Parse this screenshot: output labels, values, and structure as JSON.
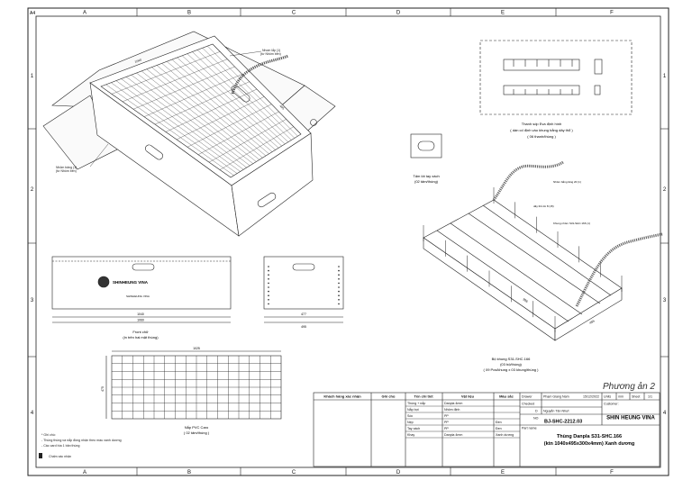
{
  "sheet": {
    "corner_mark": "A4",
    "grid_cols": [
      "A",
      "B",
      "C",
      "D",
      "E",
      "F"
    ],
    "grid_rows": [
      "1",
      "2",
      "3",
      "4"
    ]
  },
  "views": {
    "iso_callout_top": "Nhom lắp (1)",
    "iso_callout_top_sub": "(từ Nhôm bên)",
    "iso_callout_left": "Nhôm bảng (1)",
    "iso_callout_left_sub": "(từ Nhôm bên)",
    "divider_title": "Thanh sốp Eva định hình",
    "divider_sub1": "( dán cố định vào khung bằng dây thổ )",
    "divider_sub2": "( 06 thanh/thùng )",
    "handle_plate_title": "Tấm lót tay xách",
    "handle_plate_sub": "(02 tấm/thùng)",
    "front_title": "Front chữ",
    "front_sub": "(in trên hai mặt thùng)",
    "lid_title": "Nắp PVC Caro",
    "lid_sub": "( 02 tấm/thùng )",
    "frame_title": "Bộ khung S31-SHC.166",
    "frame_sub1": "(03 bộ/thùng)",
    "frame_sub2": "( 09 Pcs/khung x 03 khung/thùng )",
    "frame_callout1": "Nhôm bằng tăng 20 (1)",
    "frame_callout2": "dây thổ dù 8 (15)",
    "frame_callout3": "Khung nhôm S31-SHC.166 (1)",
    "brand_print": "SHINHEUNG VINA",
    "brand_small": "SHINHEUNG VINA",
    "dims": {
      "front_w": "1040",
      "front_w2": "1060",
      "side_w": "477",
      "side_w2": "495",
      "lid_w": "1025",
      "lid_h": "475",
      "iso_l": "1040",
      "iso_w": "495",
      "frame_l": "996",
      "frame_w": "455",
      "frame_h": "270"
    }
  },
  "notes": {
    "title": "* Ghi chú:",
    "line1": "- Thùng thùng và nắp đồng nhận theo màu xanh dương",
    "line2": "- Các card bìa 1 bản thùng",
    "approval": "Chấm xác nhận"
  },
  "option_label": "Phương ản 2",
  "title_block": {
    "headers": [
      "Khách hàng xác nhận",
      "Ghi chú",
      "Tên chi tiết",
      "Vật liệu",
      "Màu sắc"
    ],
    "rows": [
      [
        "Thùng + nắp",
        "Danpla 4mm",
        ""
      ],
      [
        "Nắp bọt",
        "Nhôm định",
        ""
      ],
      [
        "Sóc",
        "PP",
        ""
      ],
      [
        "Nẹp",
        "PP",
        "Đen"
      ],
      [
        "Tay xách",
        "PP",
        "Đen"
      ],
      [
        "Khay",
        "Danpla 4mm",
        "Xanh dương"
      ]
    ],
    "drawer_label": "Drawer",
    "drawer_name": "Phạm Giang Nam",
    "date": "15/12/2022",
    "units_label": "Units",
    "units_value": "mm",
    "sheet_label": "Sheet",
    "sheet_value": "1/1",
    "checked_label": "Checked",
    "d_label": "D",
    "d_value": "Nguyễn Tân Nhựt",
    "no_label": "NO",
    "drawing_no": "BJ-SHC-2212.03",
    "customer_label": "Customer:",
    "company": "SHIN HEUNG VINA",
    "part_label": "Part name",
    "product_name": "Thùng Danpla S31-SHC.166",
    "product_spec": "(ktn 1040x495x300x4mm) Xanh dương"
  }
}
